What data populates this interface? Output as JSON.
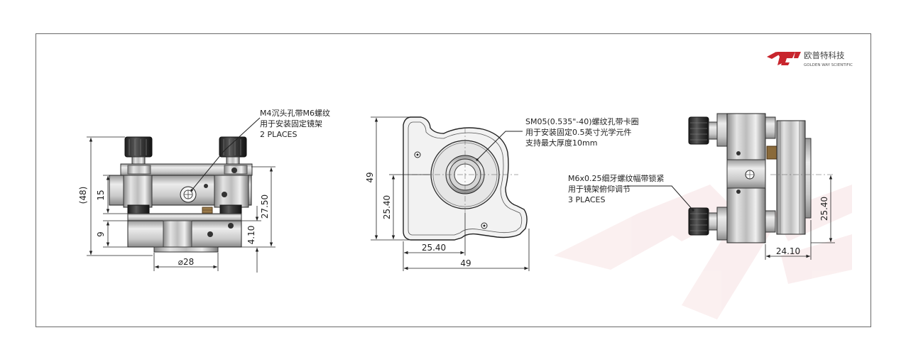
{
  "brand": {
    "name_cn": "欧普特科技",
    "name_en": "GOLDEN WAY SCIENTIFIC",
    "color": "#c8252d"
  },
  "views": {
    "front": {
      "note": [
        "M4沉头孔带M6螺纹",
        "用于安装固定镜架",
        "2 PLACES"
      ],
      "dims": {
        "overall_height": "(48)",
        "upper_height": "15",
        "base_height": "9",
        "right_height": "27.50",
        "lower_gap": "4.10",
        "diameter": "⌀28"
      }
    },
    "center": {
      "note": [
        "SM05(0.535\"-40)螺纹孔带卡圈",
        "用于安装固定0.5英寸光学元件",
        "支持最大厚度10mm"
      ],
      "dims": {
        "height_total": "49",
        "height_half": "25.40",
        "width_half": "25.40",
        "width_total": "49"
      }
    },
    "side": {
      "note": [
        "M6x0.25细牙螺纹幅带锁紧",
        "用于镜架俯仰调节",
        "3 PLACES"
      ],
      "dims": {
        "height": "25.40",
        "width": "24.10"
      }
    }
  }
}
